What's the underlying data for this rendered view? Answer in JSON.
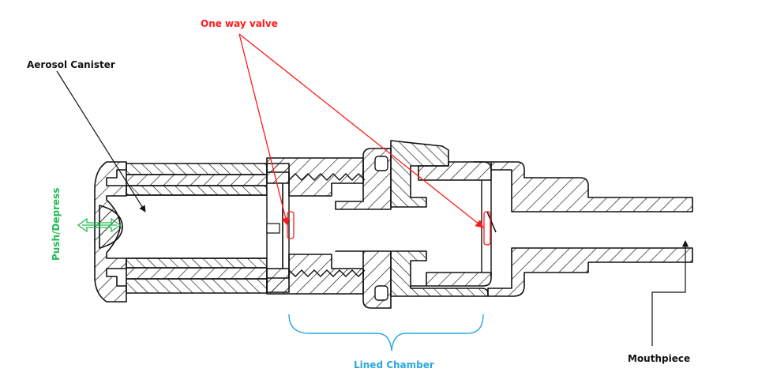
{
  "diagram": {
    "title": "Metered dose inhaler with lined chamber - cross section",
    "labels": {
      "one_way_valve": "One way valve",
      "aerosol_canister": "Aerosol Canister",
      "push_depress": "Push/Depress",
      "lined_chamber": "Lined Chamber",
      "mouthpiece": "Mouthpiece"
    },
    "colors": {
      "valve_annotation": "#ff1a1a",
      "push_annotation": "#22bb55",
      "chamber_annotation": "#29a8e0",
      "drawing": "#111111"
    }
  }
}
